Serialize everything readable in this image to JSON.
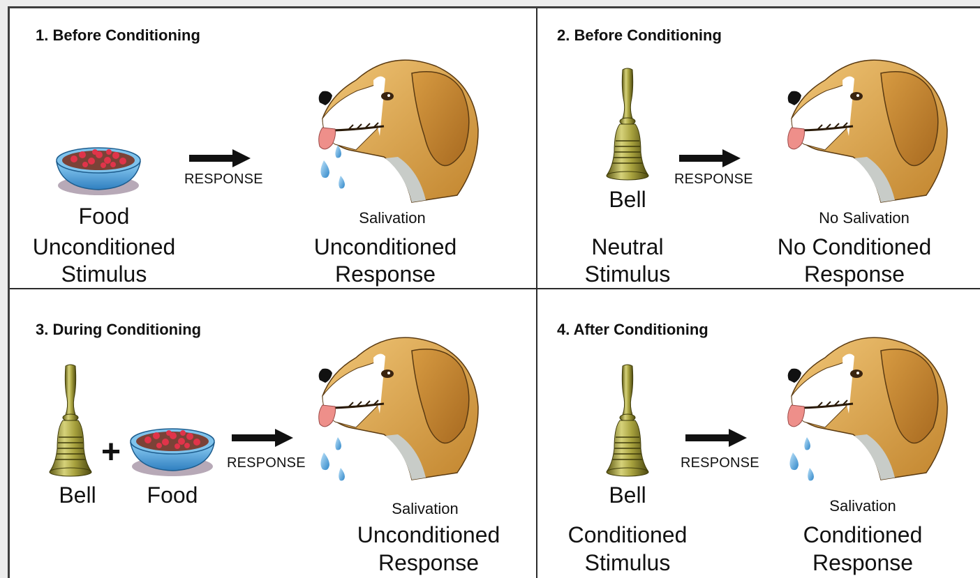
{
  "panels": [
    {
      "title": "1. Before Conditioning",
      "stimulus_name": "Food",
      "stimulus_type": [
        "Unconditioned",
        "Stimulus"
      ],
      "arrow_label": "RESPONSE",
      "dog_reaction": "Salivation",
      "response_type": [
        "Unconditioned",
        "Response"
      ]
    },
    {
      "title": "2. Before Conditioning",
      "stimulus_name": "Bell",
      "stimulus_type": [
        "Neutral",
        "Stimulus"
      ],
      "arrow_label": "RESPONSE",
      "dog_reaction": "No Salivation",
      "response_type": [
        "No Conditioned",
        "Response"
      ]
    },
    {
      "title": "3. During Conditioning",
      "stimulus_names": [
        "Bell",
        "Food"
      ],
      "plus": "+",
      "arrow_label": "RESPONSE",
      "dog_reaction": "Salivation",
      "response_type": [
        "Unconditioned",
        "Response"
      ]
    },
    {
      "title": "4. After Conditioning",
      "stimulus_name": "Bell",
      "stimulus_type": [
        "Conditioned",
        "Stimulus"
      ],
      "arrow_label": "RESPONSE",
      "dog_reaction": "Salivation",
      "response_type": [
        "Conditioned",
        "Response"
      ]
    }
  ],
  "icons": {
    "food": "food-bowl-icon",
    "bell": "bell-icon",
    "dog": "dog-head-icon",
    "arrow": "arrow-right-icon",
    "drool": "saliva-drops-icon"
  },
  "colors": {
    "border": "#2b2b2b",
    "bell": "#8e8a2e",
    "bowl": "#4f9fd8",
    "food": "#e0344a",
    "dog_fur": "#d9a24a",
    "tongue": "#ee8f8a",
    "drops": "#5eaee0"
  }
}
